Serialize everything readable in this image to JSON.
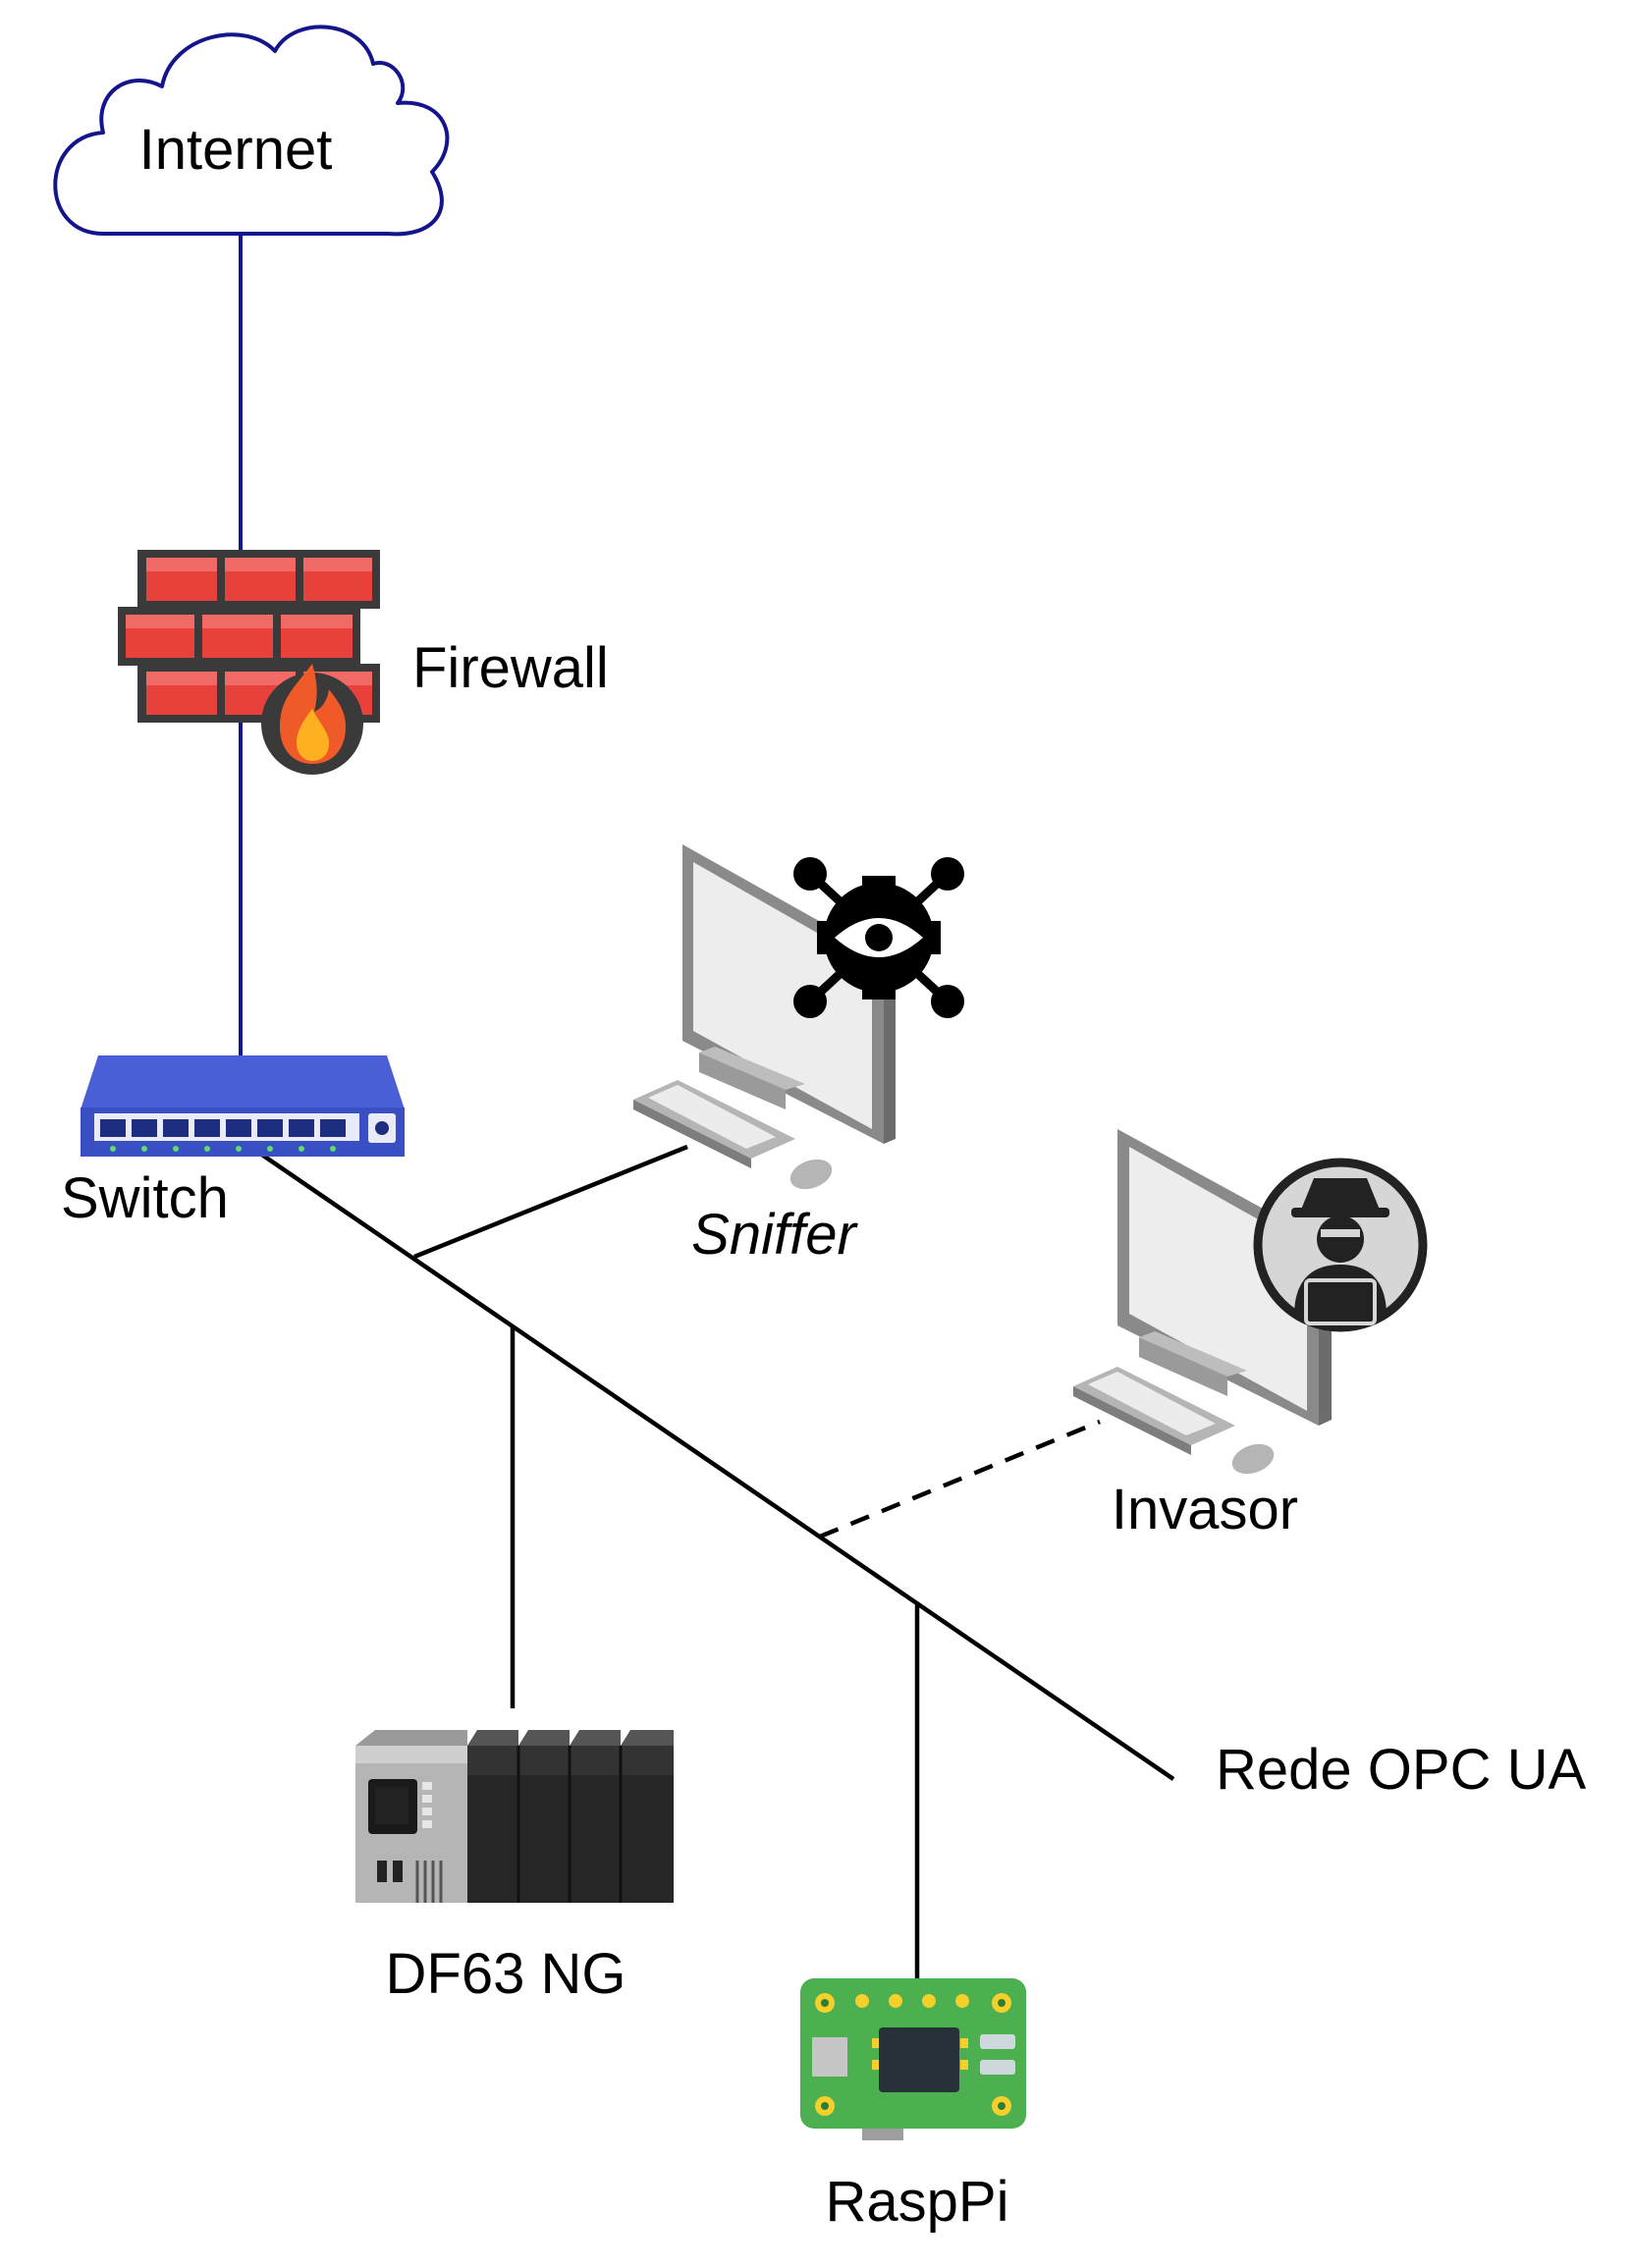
{
  "nodes": {
    "internet": {
      "label": "Internet",
      "icon": "cloud-icon"
    },
    "firewall": {
      "label": "Firewall",
      "icon": "brick-wall-fire-icon"
    },
    "switch": {
      "label": "Switch",
      "icon": "network-switch-icon"
    },
    "sniffer": {
      "label": "Sniffer",
      "icon": "computer-spy-eye-icon"
    },
    "invasor": {
      "label": "Invasor",
      "icon": "computer-hacker-icon"
    },
    "plc": {
      "label": "DF63 NG",
      "icon": "plc-rack-icon"
    },
    "raspi": {
      "label": "RaspPi",
      "icon": "circuit-board-icon"
    }
  },
  "network": {
    "label": "Rede OPC UA"
  },
  "colors": {
    "uplink": "#14148c",
    "bus": "#000000",
    "cloud_stroke": "#14148c",
    "firewall_brick": "#e8413c",
    "switch_body": "#3a4fc4",
    "board_green": "#4caf50"
  }
}
